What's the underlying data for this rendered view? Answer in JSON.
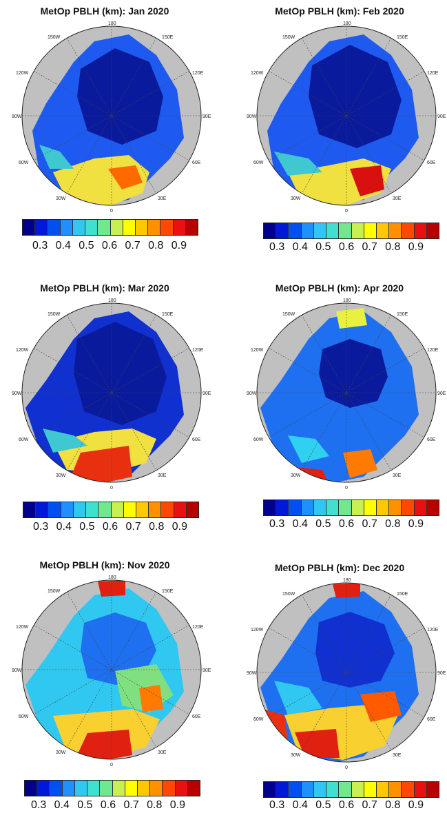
{
  "panels": [
    {
      "title": "MetOp PBLH (km): Jan 2020"
    },
    {
      "title": "MetOp PBLH (km): Feb 2020"
    },
    {
      "title": "MetOp PBLH (km): Mar 2020"
    },
    {
      "title": "MetOp PBLH (km): Apr 2020"
    },
    {
      "title": "MetOp PBLH (km): Nov 2020"
    },
    {
      "title": "MetOp PBLH (km): Dec 2020"
    }
  ],
  "longitude_labels": [
    "180",
    "150E",
    "120E",
    "90E",
    "60E",
    "30E",
    "0",
    "30W",
    "60W",
    "90W",
    "120W",
    "150W"
  ],
  "colorbar": {
    "ticks": [
      "0.3",
      "0.4",
      "0.5",
      "0.6",
      "0.7",
      "0.8",
      "0.9"
    ],
    "colors": [
      "#00008c",
      "#0018d8",
      "#0050f0",
      "#1e90ff",
      "#30c8f0",
      "#40e0d0",
      "#70e890",
      "#c8f050",
      "#ffff00",
      "#ffc800",
      "#ff9000",
      "#ff4800",
      "#e81010",
      "#b80000"
    ]
  },
  "colors": {
    "land": "#c0c0c0",
    "ocean_low": "#0a1a9c",
    "ocean_high": "#e01010"
  }
}
